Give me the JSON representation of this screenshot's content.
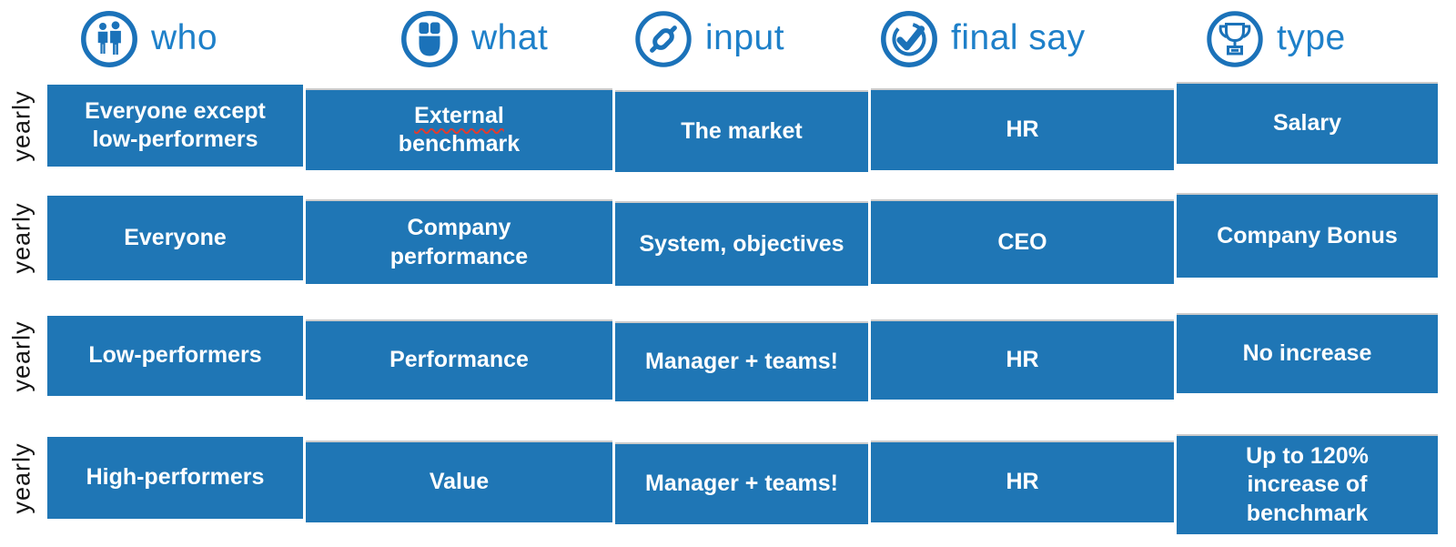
{
  "header": {
    "columns": [
      {
        "label": "who",
        "icon": "people-icon"
      },
      {
        "label": "what",
        "icon": "mouse-icon"
      },
      {
        "label": "input",
        "icon": "link-icon"
      },
      {
        "label": "final say",
        "icon": "check-icon"
      },
      {
        "label": "type",
        "icon": "trophy-icon"
      }
    ]
  },
  "rows": [
    {
      "period": "yearly",
      "who": "Everyone except\nlow-performers",
      "what_flagged": "External",
      "what_rest": "benchmark",
      "input": "The market",
      "final_say": "HR",
      "type": "Salary"
    },
    {
      "period": "yearly",
      "who": "Everyone",
      "what": "Company\nperformance",
      "input": "System, objectives",
      "final_say": "CEO",
      "type": "Company Bonus"
    },
    {
      "period": "yearly",
      "who": "Low-performers",
      "what": "Performance",
      "input": "Manager + teams!",
      "final_say": "HR",
      "type": "No increase"
    },
    {
      "period": "yearly",
      "who": "High-performers",
      "what": "Value",
      "input": "Manager + teams!",
      "final_say": "HR",
      "type": "Up to 120%\nincrease of\nbenchmark"
    }
  ],
  "colors": {
    "cell_blue": "#1f76b5",
    "header_blue": "#1e80c9",
    "icon_blue": "#1b72b9",
    "cell_text": "#ffffff",
    "squiggle_red": "#e23b2e",
    "period_text": "#141414"
  }
}
